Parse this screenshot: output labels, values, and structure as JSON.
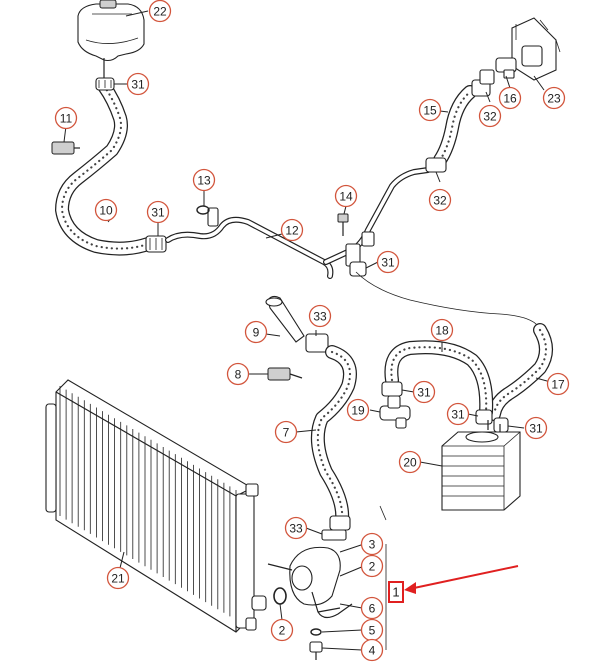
{
  "diagram": {
    "callouts": [
      "1",
      "2",
      "3",
      "4",
      "5",
      "6",
      "7",
      "8",
      "9",
      "10",
      "11",
      "12",
      "13",
      "14",
      "15",
      "16",
      "17",
      "18",
      "19",
      "20",
      "21",
      "22",
      "23",
      "31",
      "32",
      "33"
    ],
    "highlight": {
      "label": "1",
      "color": "#e02020"
    },
    "callout_color": "#d2553c"
  }
}
